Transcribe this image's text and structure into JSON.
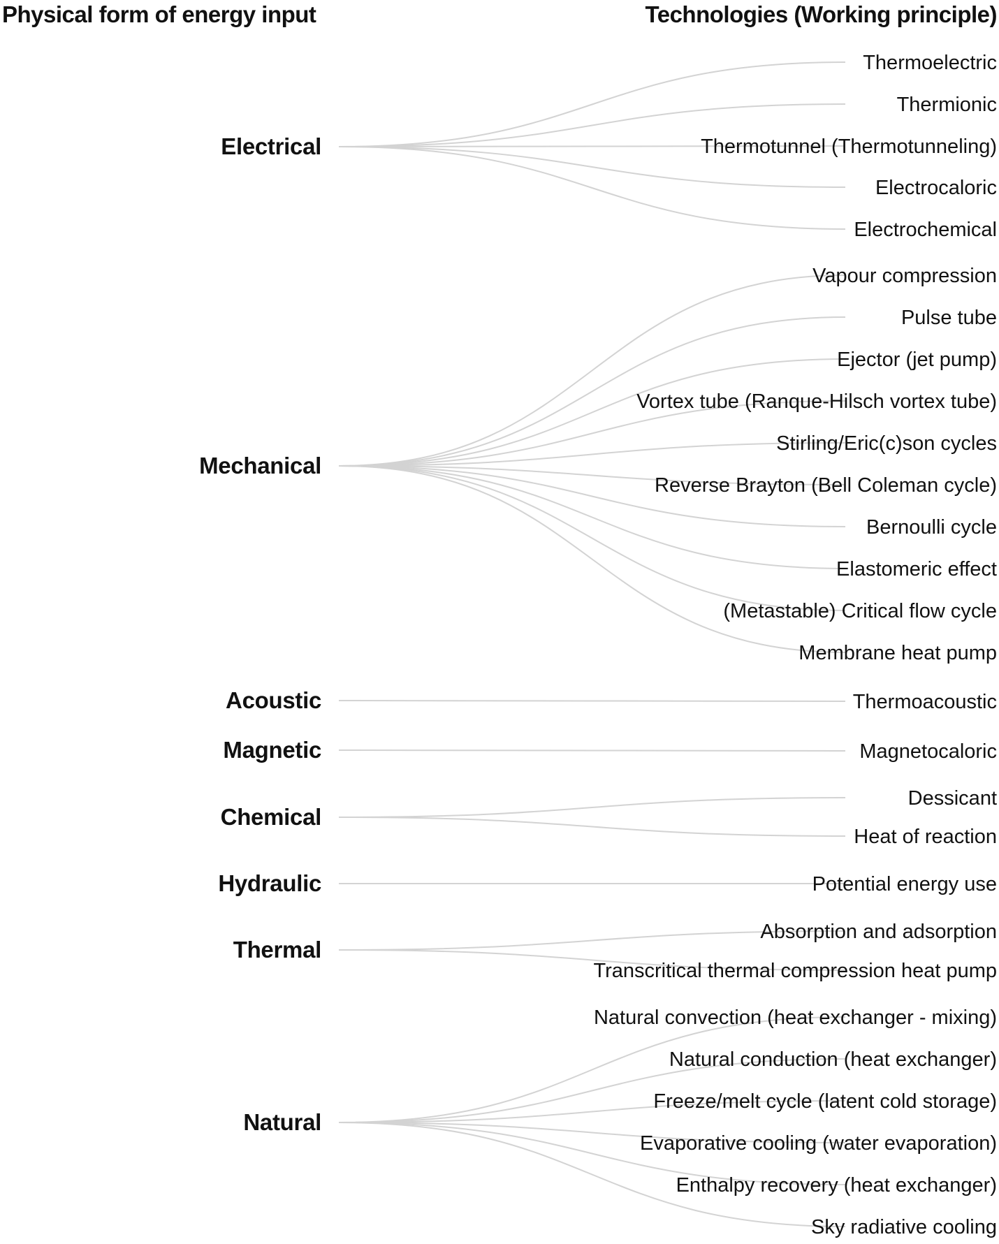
{
  "headers": {
    "left": "Physical form of energy input",
    "right": "Technologies (Working principle)"
  },
  "colors": {
    "link": "#d3d3d3",
    "text": "#111111",
    "background": "#ffffff"
  },
  "categories": [
    {
      "label": "Electrical",
      "technologies": [
        "Thermoelectric",
        "Thermionic",
        "Thermotunnel (Thermotunneling)",
        "Electrocaloric",
        "Electrochemical"
      ]
    },
    {
      "label": "Mechanical",
      "technologies": [
        "Vapour compression",
        "Pulse tube",
        "Ejector (jet pump)",
        "Vortex tube (Ranque-Hilsch vortex tube)",
        "Stirling/Eric(c)son cycles",
        "Reverse Brayton (Bell Coleman cycle)",
        "Bernoulli cycle",
        "Elastomeric effect",
        "(Metastable) Critical flow cycle",
        "Membrane heat pump"
      ]
    },
    {
      "label": "Acoustic",
      "technologies": [
        "Thermoacoustic"
      ]
    },
    {
      "label": "Magnetic",
      "technologies": [
        "Magnetocaloric"
      ]
    },
    {
      "label": "Chemical",
      "technologies": [
        "Dessicant",
        "Heat of reaction"
      ]
    },
    {
      "label": "Hydraulic",
      "technologies": [
        "Potential energy use"
      ]
    },
    {
      "label": "Thermal",
      "technologies": [
        "Absorption and adsorption",
        "Transcritical thermal compression heat pump"
      ]
    },
    {
      "label": "Natural",
      "technologies": [
        "Natural convection (heat exchanger - mixing)",
        "Natural conduction (heat exchanger)",
        "Freeze/melt cycle (latent cold storage)",
        "Evaporative cooling (water evaporation)",
        "Enthalpy recovery (heat exchanger)",
        "Sky radiative cooling"
      ]
    }
  ]
}
